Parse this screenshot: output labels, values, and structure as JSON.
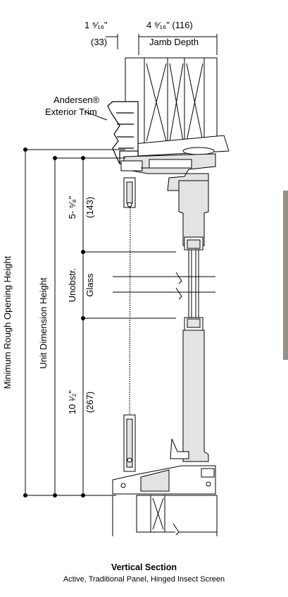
{
  "dims": {
    "top_left_value": "1 ⁵⁄₁₆\"",
    "top_left_mm": "(33)",
    "top_right_value": "4 ⁹⁄₁₆\" (116)",
    "top_right_label": "Jamb Depth",
    "head_value": "5- ⁵⁄₈\"",
    "head_mm": "(143)",
    "sill_value": "10 ¹⁄₂\"",
    "sill_mm": "(267)"
  },
  "labels": {
    "trim_line1": "Andersen®",
    "trim_line2": "Exterior Trim",
    "rough_opening": "Minimum Rough Opening Height",
    "unit_dimension": "Unit Dimension Height",
    "unobstr": "Unobstr.",
    "glass": "Glass"
  },
  "caption": {
    "title": "Vertical Section",
    "subtitle": "Active, Traditional Panel, Hinged Insect Screen"
  },
  "colors": {
    "line": "#000000",
    "panel_fill": "#e3e3e3",
    "side_tab": "#9a8f87"
  }
}
